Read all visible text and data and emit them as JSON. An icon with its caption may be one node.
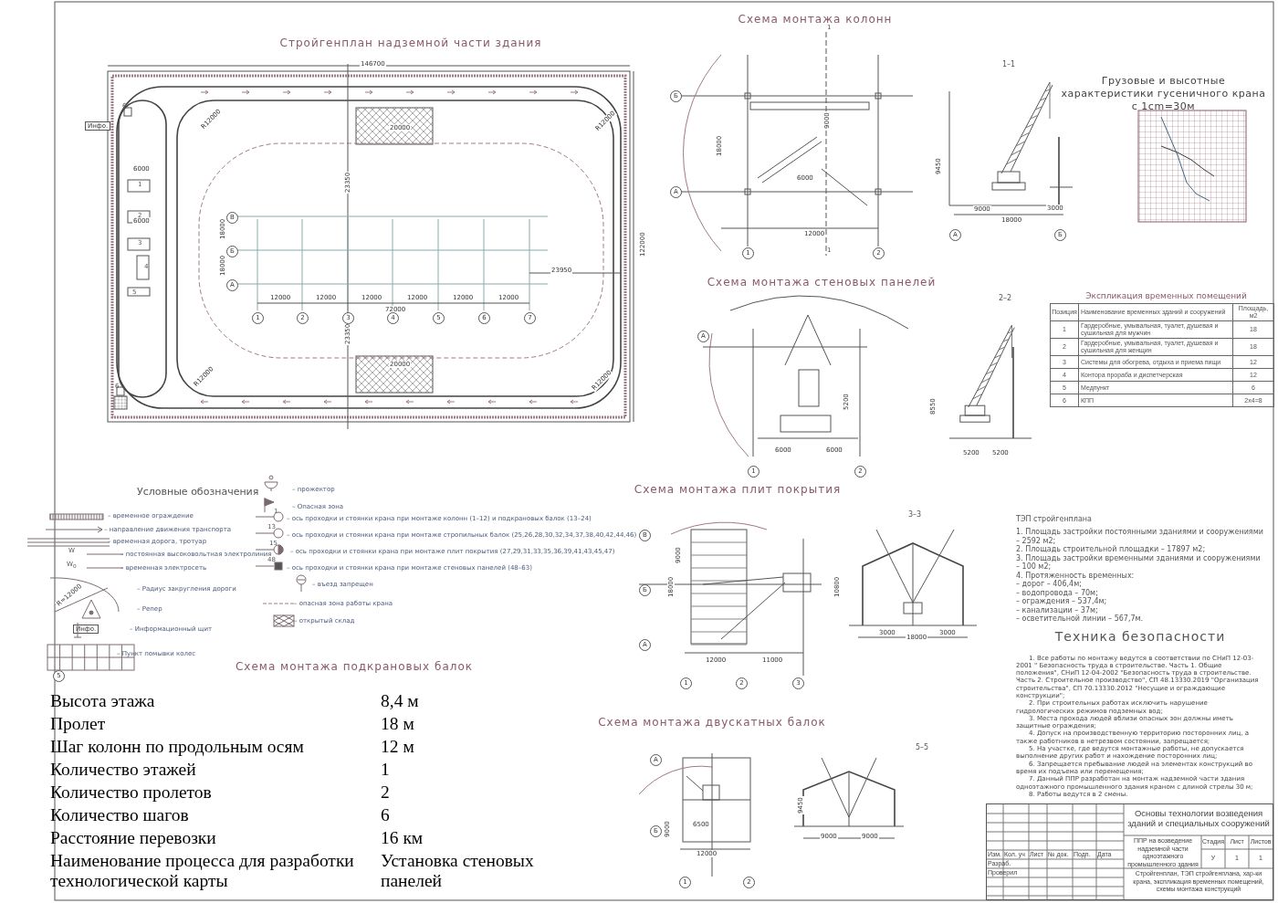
{
  "diagram": {
    "labels": [
      "Стройгенплан надземной части здания",
      "146700",
      "122000",
      "Инфо.",
      "R12000",
      "R12000",
      "R12000",
      "R12000",
      "20000",
      "20000",
      "23350",
      "23350",
      "18000",
      "18000",
      "23950",
      "12000",
      "12000",
      "12000",
      "12000",
      "12000",
      "12000",
      "72000",
      "1",
      "2",
      "3",
      "4",
      "5",
      "6",
      "7",
      "В",
      "Б",
      "А",
      "6000",
      "6000",
      "1",
      "2",
      "3",
      "4",
      "5",
      "6",
      "6",
      "Схема монтажа колонн",
      "1–1",
      "Б",
      "А",
      "1",
      "2",
      "18000",
      "12000",
      "9000",
      "6000",
      "1",
      "1",
      "9000",
      "18000",
      "3000",
      "9450",
      "А",
      "Б",
      "Грузовые и высотные характеристики гусеничного крана с 1cm=30м",
      "Схема монтажа стеновых панелей",
      "2–2",
      "Экспликация временных помещений",
      "Позиция",
      "Наименование временных зданий и сооружений",
      "Площадь, м2",
      "1",
      "Гардеробные, умывальная, туалет, душевая и сушильная для мужчин",
      "18",
      "2",
      "Гардеробные, умывальная, туалет, душевая и сушильная для женщин",
      "18",
      "3",
      "Системы для обогрева, отдыха и приема пищи",
      "12",
      "4",
      "Контора прораба и диспетчерская",
      "12",
      "5",
      "Медпункт",
      "6",
      "6",
      "КПП",
      "2х4=8",
      "А",
      "1",
      "2",
      "6000",
      "6000",
      "5200",
      "5200",
      "5200",
      "8550",
      "Схема монтажа плит покрытия",
      "3–3",
      "В",
      "Б",
      "А",
      "1",
      "2",
      "3",
      "18000",
      "12000",
      "11000",
      "9000",
      "18000",
      "3000",
      "3000",
      "10800",
      "Условные обозначения",
      "W",
      "W$_{0}$",
      "R=12000",
      "Инфо.",
      "1",
      "13",
      "15",
      "48",
      "5",
      "Схема монтажа подкрановых балок",
      "Высота этажа",
      "8,4 м",
      "Пролет",
      "18 м",
      "Шаг колонн по продольным осям",
      "12 м",
      "Количество этажей",
      "1",
      "Количество пролетов",
      "2",
      "Количество шагов",
      "6",
      "Расстояние перевозки",
      "16 км",
      "Наименование процесса для разработки технологической карты",
      "Установка стеновых панелей",
      "Схема монтажа двускатных балок",
      "5–5",
      "А",
      "Б",
      "1",
      "2",
      "12000",
      "6500",
      "9000",
      "9000",
      "9000",
      "9450",
      "ТЭП стройгенплана",
      "1. Площадь застройки постоянными зданиями и сооружениями – 2592 м2;",
      "2. Площадь строительной площадки – 17897 м2;",
      "3. Площадь застройки временными зданиями и сооружениями – 100 м2;",
      "4. Протяженность временных:",
      "– дорог – 406,4м;",
      "– водопровода – 70м;",
      "– ограждения – 537,4м;",
      "– канализации – 37м;",
      "– осветительной линии – 567,7м.",
      "Техника безопасности",
      "1. Все работы по монтажу ведутся в соответствии по СНиП 12-03-2001 \" Безопасность труда в строительстве. Часть 1. Общие положения\", СНиП 12-04-2002 \"Безопасность труда в строительстве. Часть 2. Строительное производство\", СП 48.13330.2019 \"Организация строительства\", СП 70.13330.2012 \"Несущие и ограждающие конструкции\";",
      "2. При строительных работах исключить нарушение гидрологических режимов подземных вод;",
      "3. Места прохода людей вблизи опасных зон должны иметь защитные ограждения;",
      "4. Допуск на производственную территорию посторонних лиц, а также работников в нетрезвом состоянии, запрещается;",
      "5. На участке, где ведутся монтажные работы, не допускается выполнение других работ и нахождение посторонних лиц;",
      "6. Запрещается пребывание людей на элементах конструкций во время их подъема или перемещения;",
      "7. Данный ППР разработан на монтаж надземной части здания одноэтажного промышленного здания краном с длиной стрелы 30 м;",
      "8. Работы ведутся в 2 смены.",
      "Изм.",
      "Кол. уч",
      "Лист",
      "№ док.",
      "Подп.",
      "Дата",
      "Разраб.",
      "Проверил",
      "Основы технологии возведения зданий и специальных сооружений",
      "ППР на возведение надземной части одноэтажного промышленного здания",
      "Стадия",
      "Лист",
      "Листов",
      "У",
      "1",
      "1",
      "Стройгенплан, ТЭП стройгенплана, хар-ки крана, экспликация временных помещений, схемы монтажа конструкций"
    ],
    "legend": [
      {
        "text": "– временное ограждение"
      },
      {
        "text": "– направление движения транспорта"
      },
      {
        "text": "– временная дорога, тротуар"
      },
      {
        "text": "– постоянная высоковольтная электролиния"
      },
      {
        "text": "– временная электросеть"
      },
      {
        "text": "– Радиус закругления дороги"
      },
      {
        "text": "– Репер"
      },
      {
        "text": "– Информационный щит"
      },
      {
        "text": "– Пункт помывки колес"
      },
      {
        "text": "– прожектор"
      },
      {
        "text": "– Опасная зона"
      },
      {
        "text": "– ось проходки и стоянки крана при монтаже колонн (1–12)  и подкрановых балок (13–24)"
      },
      {
        "text": "– ось проходки и стоянки крана при монтаже стропильных балок (25,26,28,30,32,34,37,38,40,42,44,46)"
      },
      {
        "text": "– ось проходки и стоянки крана при монтаже плит покрытия (27,29,31,33,35,36,39,41,43,45,47)"
      },
      {
        "text": "– ось проходки и стоянки крана при монтаже стеновых панелей (48–63)"
      },
      {
        "text": "– въезд запрещен"
      },
      {
        "text": "– опасная зона работы крана"
      },
      {
        "text": "– открытый склад"
      }
    ]
  }
}
